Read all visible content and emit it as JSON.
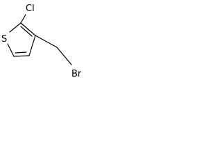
{
  "molecule": {
    "atoms": {
      "sulfur": "S",
      "chlorine": "Cl",
      "bromine": "Br"
    }
  }
}
